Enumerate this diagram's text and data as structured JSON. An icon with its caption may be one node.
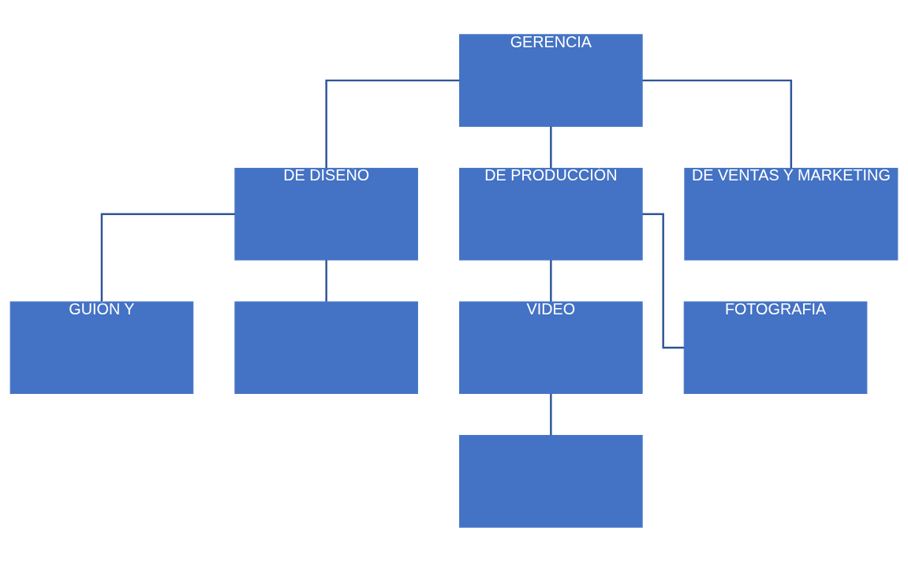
{
  "diagram": {
    "nodes": [
      {
        "text": [
          "GERENCIA"
        ]
      },
      {
        "text": [
          "DE DISEÑO"
        ]
      },
      {
        "text": [
          "DE PRODUCCIÓN"
        ]
      },
      {
        "text": [
          "DE VENTAS Y MARKETING"
        ]
      },
      {
        "text": [
          "GUIÓN Y"
        ]
      },
      {
        "text": [
          "VIDEO"
        ]
      },
      {
        "text": [
          "FOTOGRAFIA"
        ]
      },
      {
        "text": [],
        "shape": "box"
      },
      {
        "text": [],
        "shape": "box"
      }
    ],
    "edges": [
      {
        "from": 0,
        "to": 1,
        "arrow": "none"
      },
      {
        "from": 0,
        "to": 2,
        "arrow": "none"
      },
      {
        "from": 0,
        "to": 3,
        "arrow": "none"
      },
      {
        "from": 1,
        "to": 4,
        "arrow": "none"
      },
      {
        "from": 1,
        "to": 7,
        "arrow": "none"
      },
      {
        "from": 2,
        "to": 5,
        "arrow": "none"
      },
      {
        "from": 2,
        "to": 6,
        "arrow": "none"
      },
      {
        "from": 5,
        "to": 8,
        "arrow": "none"
      }
    ]
  }
}
